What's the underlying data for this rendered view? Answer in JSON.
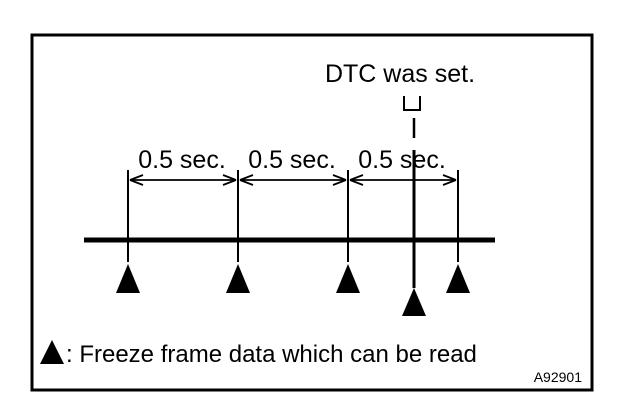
{
  "diagram": {
    "event_label": "DTC was set.",
    "intervals": [
      "0.5 sec.",
      "0.5 sec.",
      "0.5 sec."
    ],
    "legend_text": ": Freeze frame data which can be read",
    "figure_code": "A92901",
    "icons": {
      "marker": "filled-triangle-up",
      "event_indicator": "bracket-with-arrow-down"
    },
    "colors": {
      "ink": "#000000",
      "background": "#ffffff"
    }
  }
}
